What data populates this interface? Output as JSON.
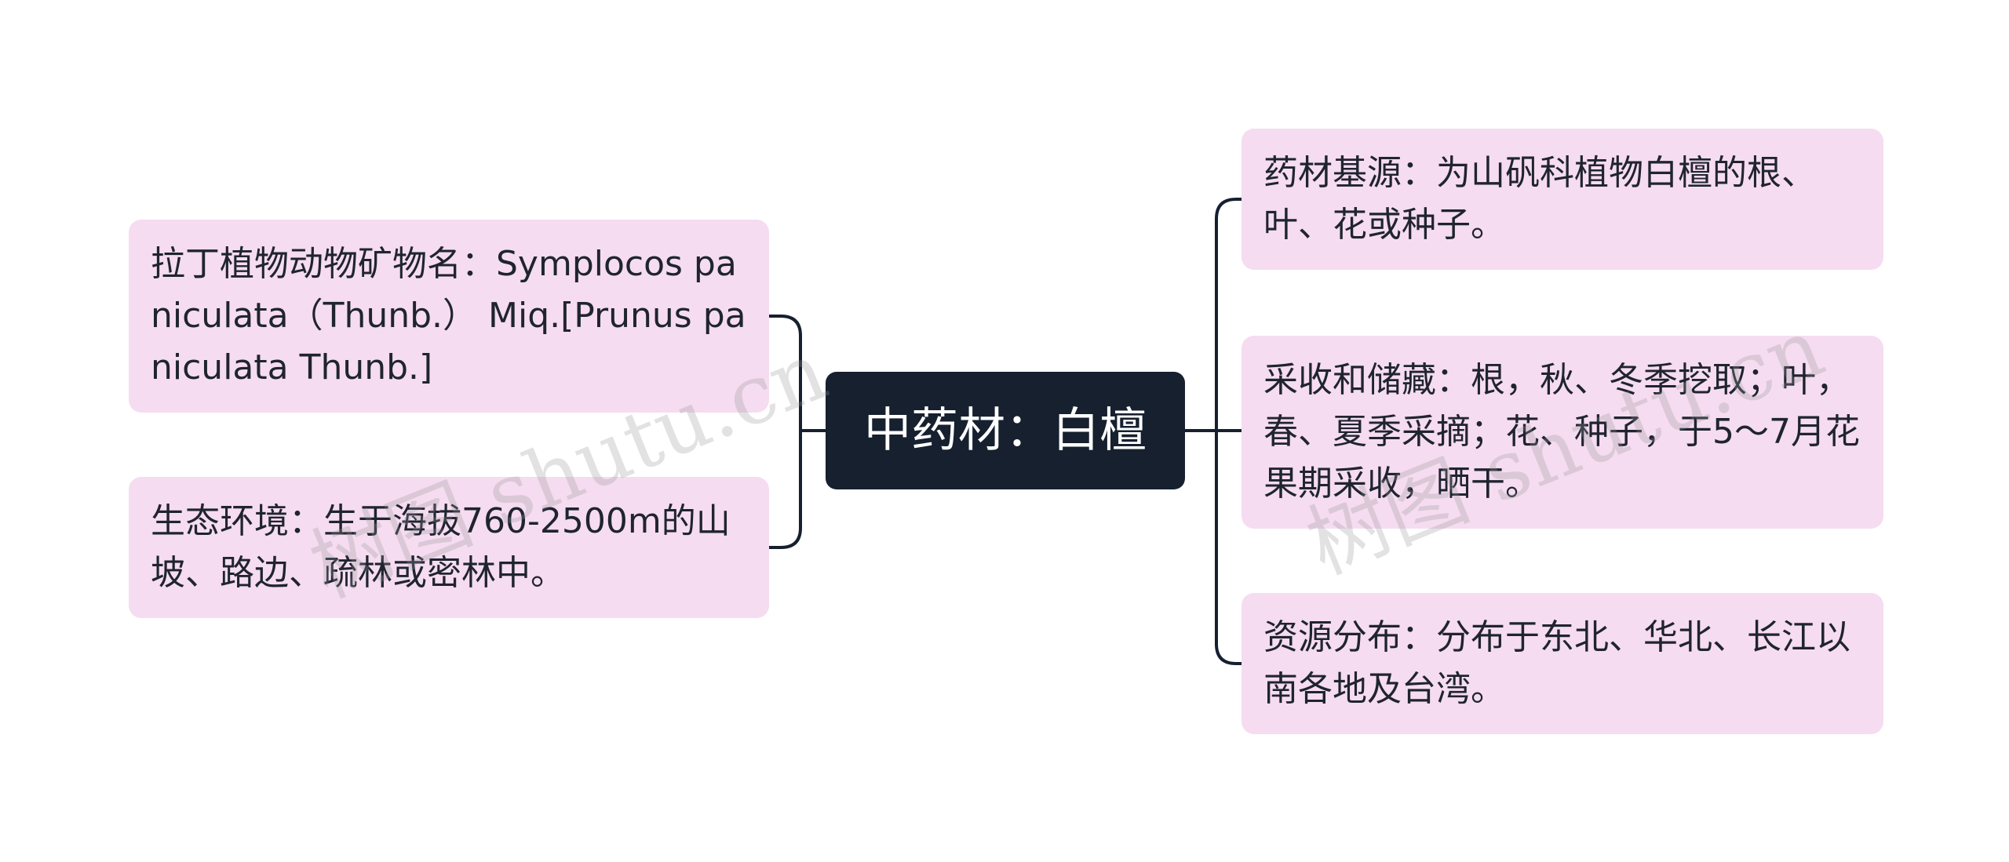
{
  "center": {
    "label": "中药材：白檀"
  },
  "left_nodes": [
    {
      "text": "拉丁植物动物矿物名：Symplocos paniculata（Thunb.） Miq.[Prunus paniculata Thunb.]"
    },
    {
      "text": "生态环境：生于海拔760-2500m的山坡、路边、疏林或密林中。"
    }
  ],
  "right_nodes": [
    {
      "text": "药材基源：为山矾科植物白檀的根、叶、花或种子。"
    },
    {
      "text": "采收和储藏：根，秋、冬季挖取；叶，春、夏季采摘；花、种子，于5～7月花果期采收，晒干。"
    },
    {
      "text": "资源分布：分布于东北、华北、长江以南各地及台湾。"
    }
  ],
  "watermark": {
    "text": "树图 shutu.cn"
  },
  "colors": {
    "node_fill": "#f6dcf0",
    "center_fill": "#16202f",
    "connector": "#16202f",
    "text": "#1f2430"
  }
}
